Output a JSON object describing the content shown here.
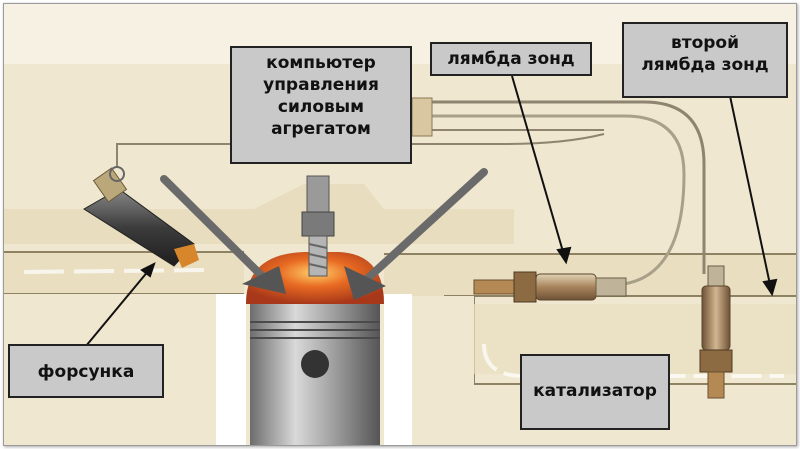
{
  "labels": {
    "ecu": {
      "lines": [
        "компьютер",
        "управления",
        "силовым",
        "агрегатом"
      ]
    },
    "lambda1": {
      "text": "лямбда зонд"
    },
    "lambda2": {
      "lines": [
        "второй",
        "лямбда зонд"
      ]
    },
    "injector": {
      "text": "форсунка"
    },
    "catalyst": {
      "text": "катализатор"
    }
  },
  "colors": {
    "background": "#f0ead7",
    "label_fill": "#c9c9c9",
    "label_border": "#222222",
    "pipe": "#e7dcb9",
    "wall": "#ffffff",
    "combustion": "#d8541e",
    "sensor_body": "#9a7a55"
  }
}
